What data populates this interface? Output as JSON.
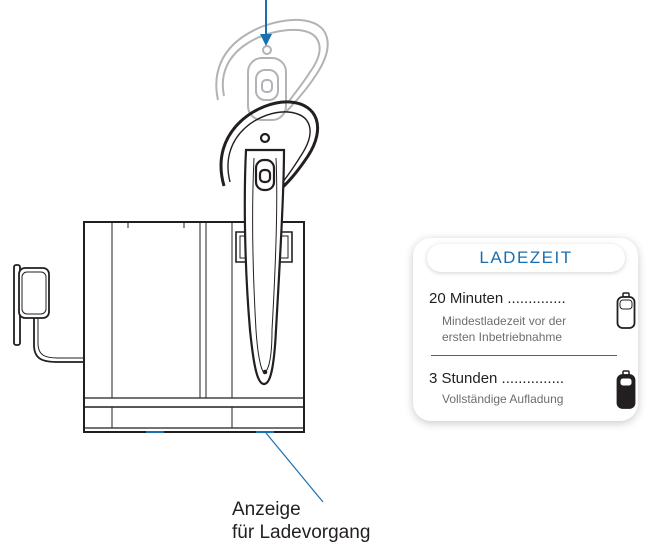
{
  "caption": {
    "line1": "Anzeige",
    "line2": "für Ladevorgang"
  },
  "card": {
    "title": "LADEZEIT",
    "rows": [
      {
        "time": "20 Minuten ..............",
        "description_line1": "Mindestladezeit vor der",
        "description_line2": "ersten Inbetriebnahme",
        "battery_icon": "battery-empty-icon"
      },
      {
        "time": "3 Stunden ...............",
        "description_line1": "Vollständige Aufladung",
        "battery_icon": "battery-full-icon"
      }
    ]
  },
  "colors": {
    "accent_blue": "#1a6fb0",
    "outline": "#231f20",
    "ghost_outline": "#b1b3b6",
    "base_fill": "#ffffff"
  }
}
